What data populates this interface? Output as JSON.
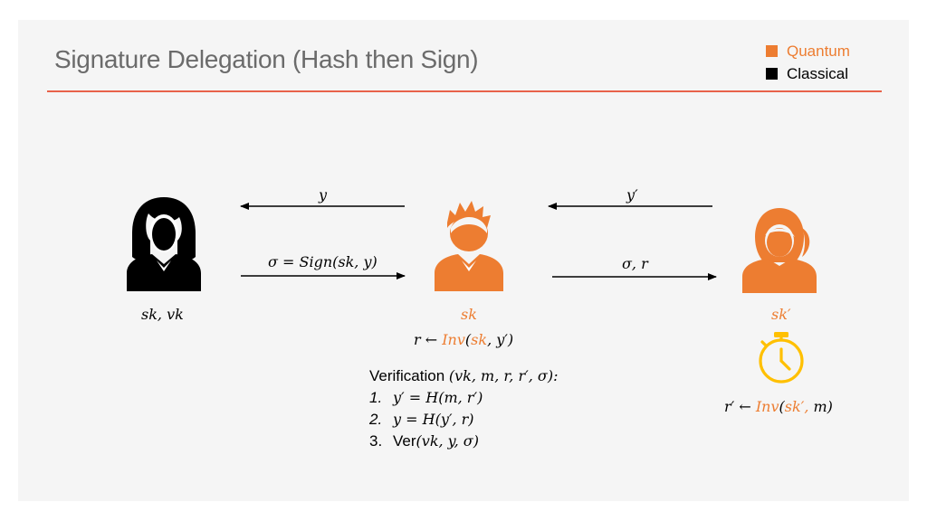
{
  "title": "Signature Delegation (Hash then Sign)",
  "legend": [
    {
      "label": "Quantum",
      "color": "#ed7d31"
    },
    {
      "label": "Classical",
      "color": "#000000"
    }
  ],
  "arrows": {
    "top_left_label": "y",
    "bottom_left_label": "σ = Sign(sk, y)",
    "top_right_label": "y′",
    "bottom_right_label": "σ, r"
  },
  "left_party": {
    "label": "sk, vk"
  },
  "middle_party": {
    "label": "sk",
    "inv_prefix": "r ← ",
    "inv_fn": "Inv",
    "inv_open": "(",
    "inv_key": "sk",
    "inv_rest": ", y′)"
  },
  "right_party": {
    "label": "sk′",
    "inv_prefix": "r′ ← ",
    "inv_fn": "Inv",
    "inv_open": "(",
    "inv_key": "sk′,",
    "inv_rest": " m)"
  },
  "verification": {
    "heading_text": "Verification ",
    "heading_math": "(vk, m, r, r′, σ):",
    "steps": [
      {
        "num": "1.",
        "math": "y′ = H(m, r′)"
      },
      {
        "num": "2.",
        "math": "y = H(y′, r)"
      },
      {
        "num": "3.",
        "text": "Ver",
        "math": "(vk, y, σ)"
      }
    ]
  },
  "colors": {
    "quantum": "#ed7d31",
    "classical": "#000000",
    "rule": "#e8624a",
    "title": "#6b6b6b"
  }
}
